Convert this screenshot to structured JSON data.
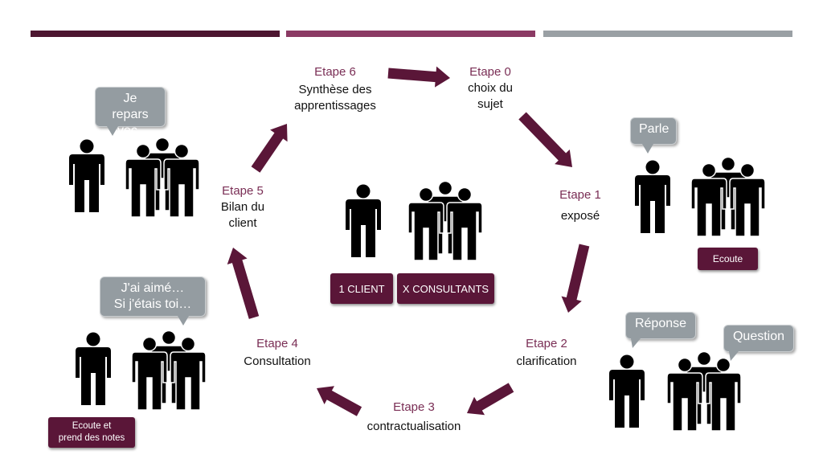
{
  "colors": {
    "accent": "#5a1638",
    "arrow": "#5a1638",
    "label": "#7a2e55",
    "bubble": "#949ca1",
    "figure": "#000000"
  },
  "steps": [
    {
      "label": "Etape 0",
      "text": [
        "choix du",
        "sujet"
      ]
    },
    {
      "label": "Etape 1",
      "text": [
        "exposé"
      ]
    },
    {
      "label": "Etape 2",
      "text": [
        "clarification"
      ]
    },
    {
      "label": "Etape 3",
      "text": [
        "contractualisation"
      ]
    },
    {
      "label": "Etape 4",
      "text": [
        "Consultation"
      ]
    },
    {
      "label": "Etape 5",
      "text": [
        "Bilan du",
        "client"
      ]
    },
    {
      "label": "Etape 6",
      "text": [
        "Synthèse des",
        "apprentissages"
      ]
    }
  ],
  "center": {
    "client_tag": "1 CLIENT",
    "consultants_tag": "X CONSULTANTS"
  },
  "tags": {
    "ecoute": "Ecoute",
    "ecoute_notes": [
      "Ecoute et",
      "prend des notes"
    ]
  },
  "bubbles": {
    "parle": "Parle",
    "reponse": "Réponse",
    "question": "Question",
    "repars": [
      "Je repars",
      "avec…"
    ],
    "aime": [
      "J'ai aimé…",
      "Si j'étais toi…"
    ]
  },
  "icons": [
    "person-icon",
    "group-icon",
    "cycle-arrow"
  ]
}
